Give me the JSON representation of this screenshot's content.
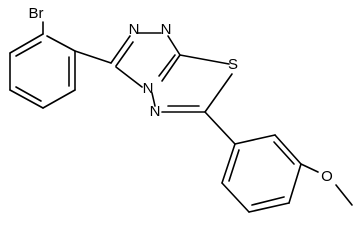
{
  "atoms": {
    "br": "Br",
    "n1": "N",
    "n2": "N",
    "n3": "N",
    "n4": "N",
    "s": "S",
    "o": "O"
  },
  "colors": {
    "bond": "#000000",
    "text": "#000000",
    "background": "#ffffff"
  }
}
